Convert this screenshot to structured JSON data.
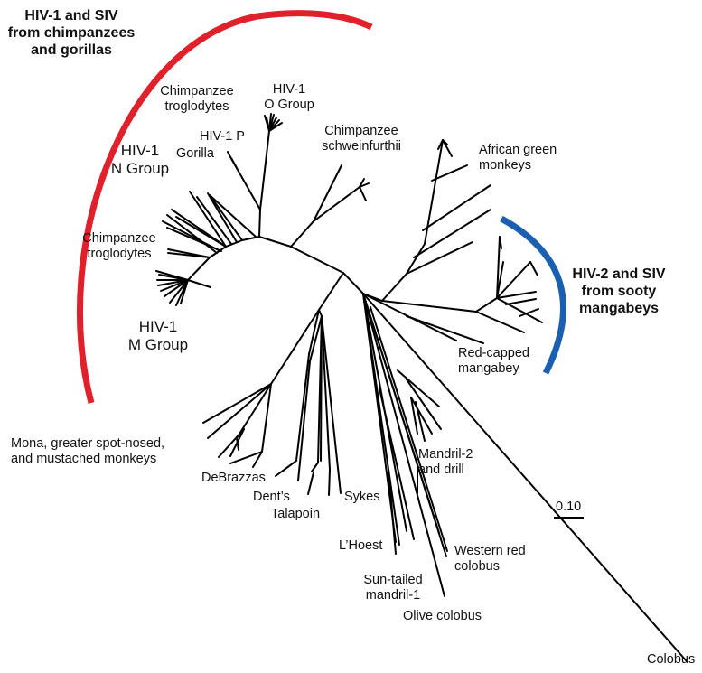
{
  "colors": {
    "hiv1_arc": "#e0202a",
    "hiv2_arc": "#1a5fb0",
    "tree": "#000000"
  },
  "groups": {
    "hiv1": [
      "HIV-1 and SIV",
      "from chimpanzees",
      "and gorillas"
    ],
    "hiv2": [
      "HIV-2 and SIV",
      "from sooty",
      "mangabeys"
    ]
  },
  "labels": {
    "chimp_trog_top": [
      "Chimpanzee",
      "troglodytes"
    ],
    "hiv1_o": [
      "HIV-1",
      "O Group"
    ],
    "hiv1_p": "HIV-1 P",
    "gorilla": "Gorilla",
    "hiv1_n": [
      "HIV-1",
      "N Group"
    ],
    "chimp_schw": [
      "Chimpanzee",
      "schweinfurthii"
    ],
    "african_green": [
      "African green",
      "monkeys"
    ],
    "chimp_trog_left": [
      "Chimpanzee",
      "troglodytes"
    ],
    "hiv1_m": [
      "HIV-1",
      "M Group"
    ],
    "red_capped": [
      "Red-capped",
      "mangabey"
    ],
    "mona": [
      "Mona, greater spot-nosed,",
      "and mustached monkeys"
    ],
    "debrazzas": "DeBrazzas",
    "dents": "Dent’s",
    "talapoin": "Talapoin",
    "sykes": "Sykes",
    "mandril2": [
      "Mandril-2",
      "and drill"
    ],
    "lhoest": "L’Hoest",
    "sun_tailed": [
      "Sun-tailed",
      "mandril-1"
    ],
    "western_red": [
      "Western red",
      "colobus"
    ],
    "olive": "Olive colobus",
    "colobus": "Colobus"
  },
  "scale_bar": {
    "label": "0.10"
  }
}
